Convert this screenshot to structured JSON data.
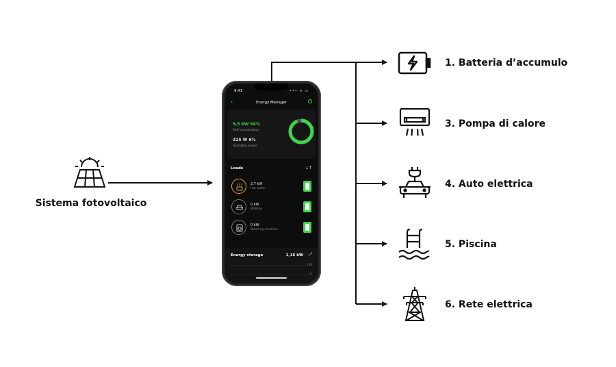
{
  "source": {
    "label": "Sistema fotovoltaico",
    "icon": "solar-panel-icon"
  },
  "destinations": [
    {
      "label": "1. Batteria d’accumulo",
      "icon": "battery-icon"
    },
    {
      "label": "3. Pompa di calore",
      "icon": "heat-pump-icon"
    },
    {
      "label": "4. Auto elettrica",
      "icon": "electric-car-icon"
    },
    {
      "label": "5. Piscina",
      "icon": "pool-ladder-icon"
    },
    {
      "label": "6. Rete elettrica",
      "icon": "power-pylon-icon"
    }
  ],
  "phone": {
    "status_time": "9:41",
    "status_icons": "∙∙∙ ≈ ▭",
    "app_title": "Energy Manager",
    "back_icon": "‹",
    "self_consumption_value": "5,5 kW 94%",
    "self_consumption_label": "Self consumption",
    "available_value": "325 W 6%",
    "available_label": "Available power",
    "donut_fraction": 0.94,
    "loads_title": "Loads",
    "loads_sort": "↓↑",
    "loads": [
      {
        "value": "2,7 kW",
        "name": "Hot water",
        "active": true,
        "icon": "hot-water-icon",
        "on": true
      },
      {
        "value": "0 kW",
        "name": "Wallbox",
        "active": false,
        "icon": "wallbox-car-icon",
        "on": true
      },
      {
        "value": "0 kW",
        "name": "Washing machine",
        "active": false,
        "icon": "washing-machine-icon",
        "on": true
      }
    ],
    "storage_title": "Energy storage",
    "storage_value": "1,15 kW",
    "storage_expand": "⤢",
    "storage_tick_a": "100",
    "storage_tick_b": "75"
  },
  "colors": {
    "accent_green": "#3fd44f",
    "active_orange": "#e7a230",
    "line": "#111111"
  }
}
